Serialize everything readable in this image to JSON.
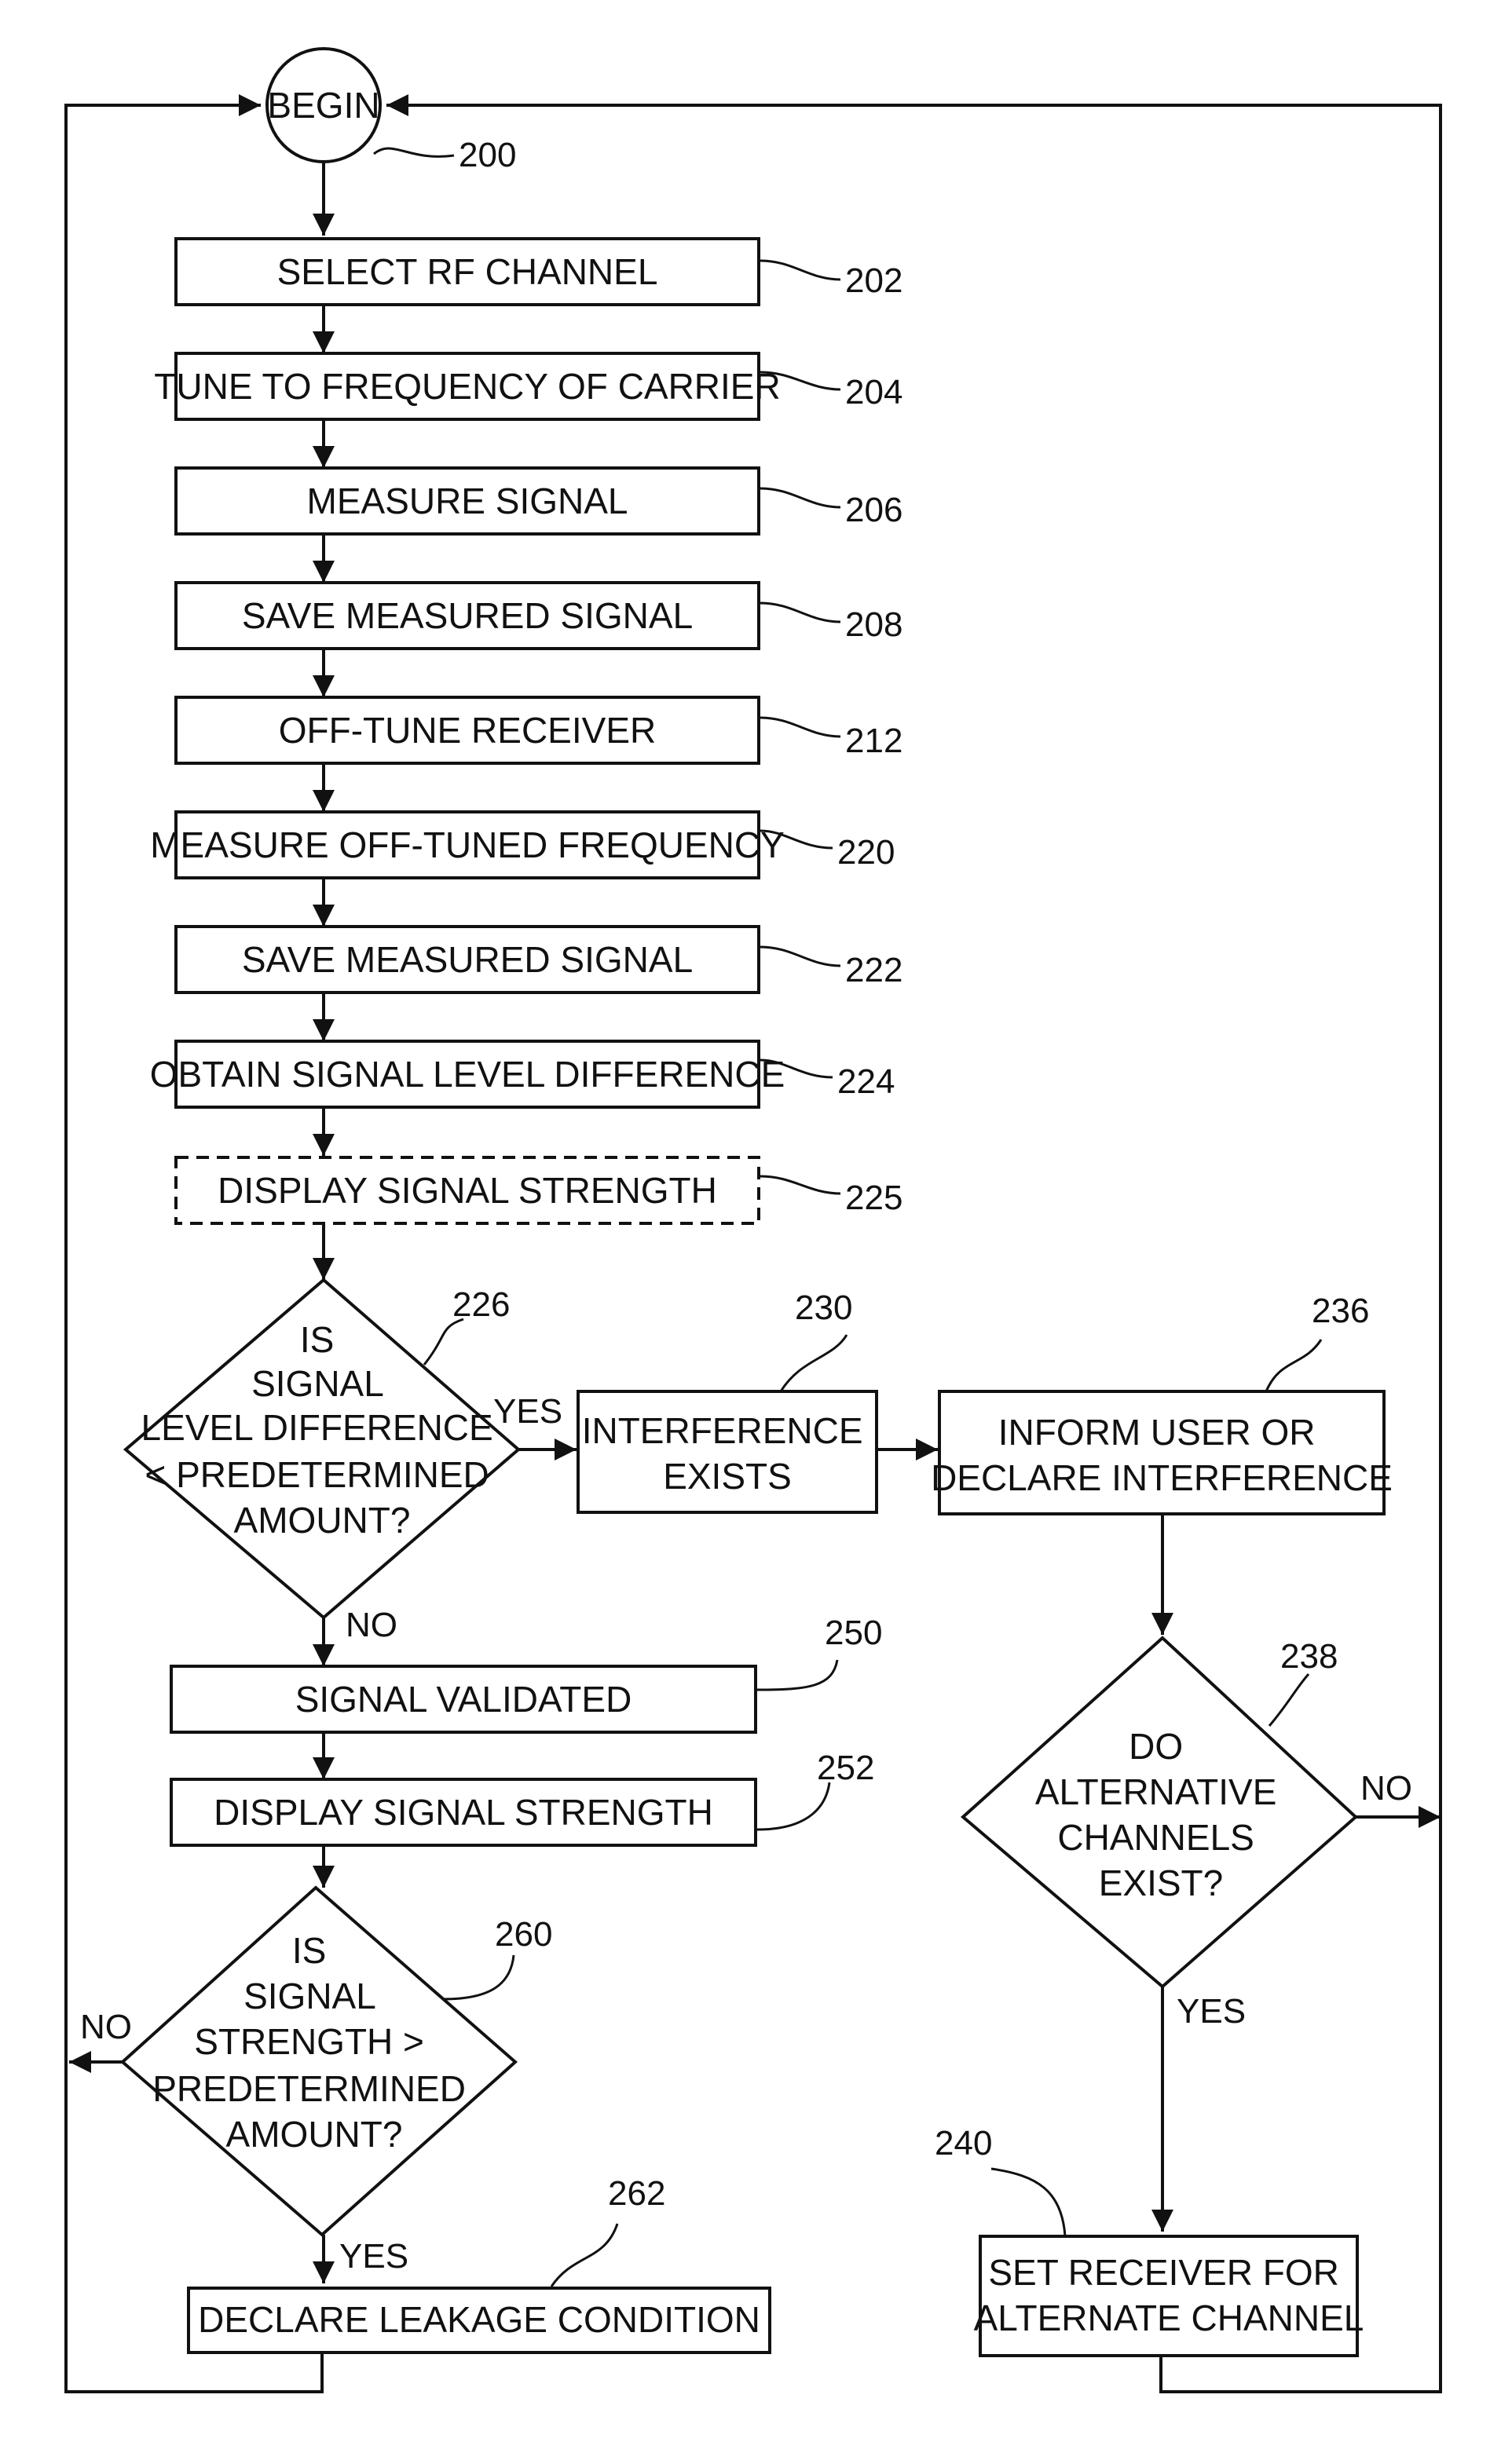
{
  "nodes": {
    "begin": "BEGIN",
    "n202": "SELECT RF CHANNEL",
    "n204": "TUNE TO FREQUENCY OF CARRIER",
    "n206": "MEASURE SIGNAL",
    "n208": "SAVE MEASURED SIGNAL",
    "n212": "OFF-TUNE RECEIVER",
    "n220": "MEASURE OFF-TUNED FREQUENCY",
    "n222": "SAVE MEASURED SIGNAL",
    "n224": "OBTAIN SIGNAL LEVEL DIFFERENCE",
    "n225": "DISPLAY SIGNAL STRENGTH",
    "d226": [
      "IS",
      "SIGNAL",
      "LEVEL DIFFERENCE",
      "< PREDETERMINED",
      "AMOUNT?"
    ],
    "n230": [
      "INTERFERENCE",
      "EXISTS"
    ],
    "n236": [
      "INFORM USER OR",
      "DECLARE INTERFERENCE"
    ],
    "d238": [
      "DO",
      "ALTERNATIVE",
      "CHANNELS",
      "EXIST?"
    ],
    "n250": "SIGNAL VALIDATED",
    "n252": "DISPLAY SIGNAL STRENGTH",
    "d260": [
      "IS",
      "SIGNAL",
      "STRENGTH >",
      "PREDETERMINED",
      "AMOUNT?"
    ],
    "n262": "DECLARE LEAKAGE CONDITION",
    "n240": [
      "SET RECEIVER FOR",
      "ALTERNATE CHANNEL"
    ]
  },
  "refs": {
    "r200": "200",
    "r202": "202",
    "r204": "204",
    "r206": "206",
    "r208": "208",
    "r212": "212",
    "r220": "220",
    "r222": "222",
    "r224": "224",
    "r225": "225",
    "r226": "226",
    "r230": "230",
    "r236": "236",
    "r238": "238",
    "r250": "250",
    "r252": "252",
    "r260": "260",
    "r262": "262",
    "r240": "240"
  },
  "branch_labels": {
    "yes_226": "YES",
    "no_226": "NO",
    "no_238": "NO",
    "yes_238": "YES",
    "no_260": "NO",
    "yes_260": "YES"
  }
}
